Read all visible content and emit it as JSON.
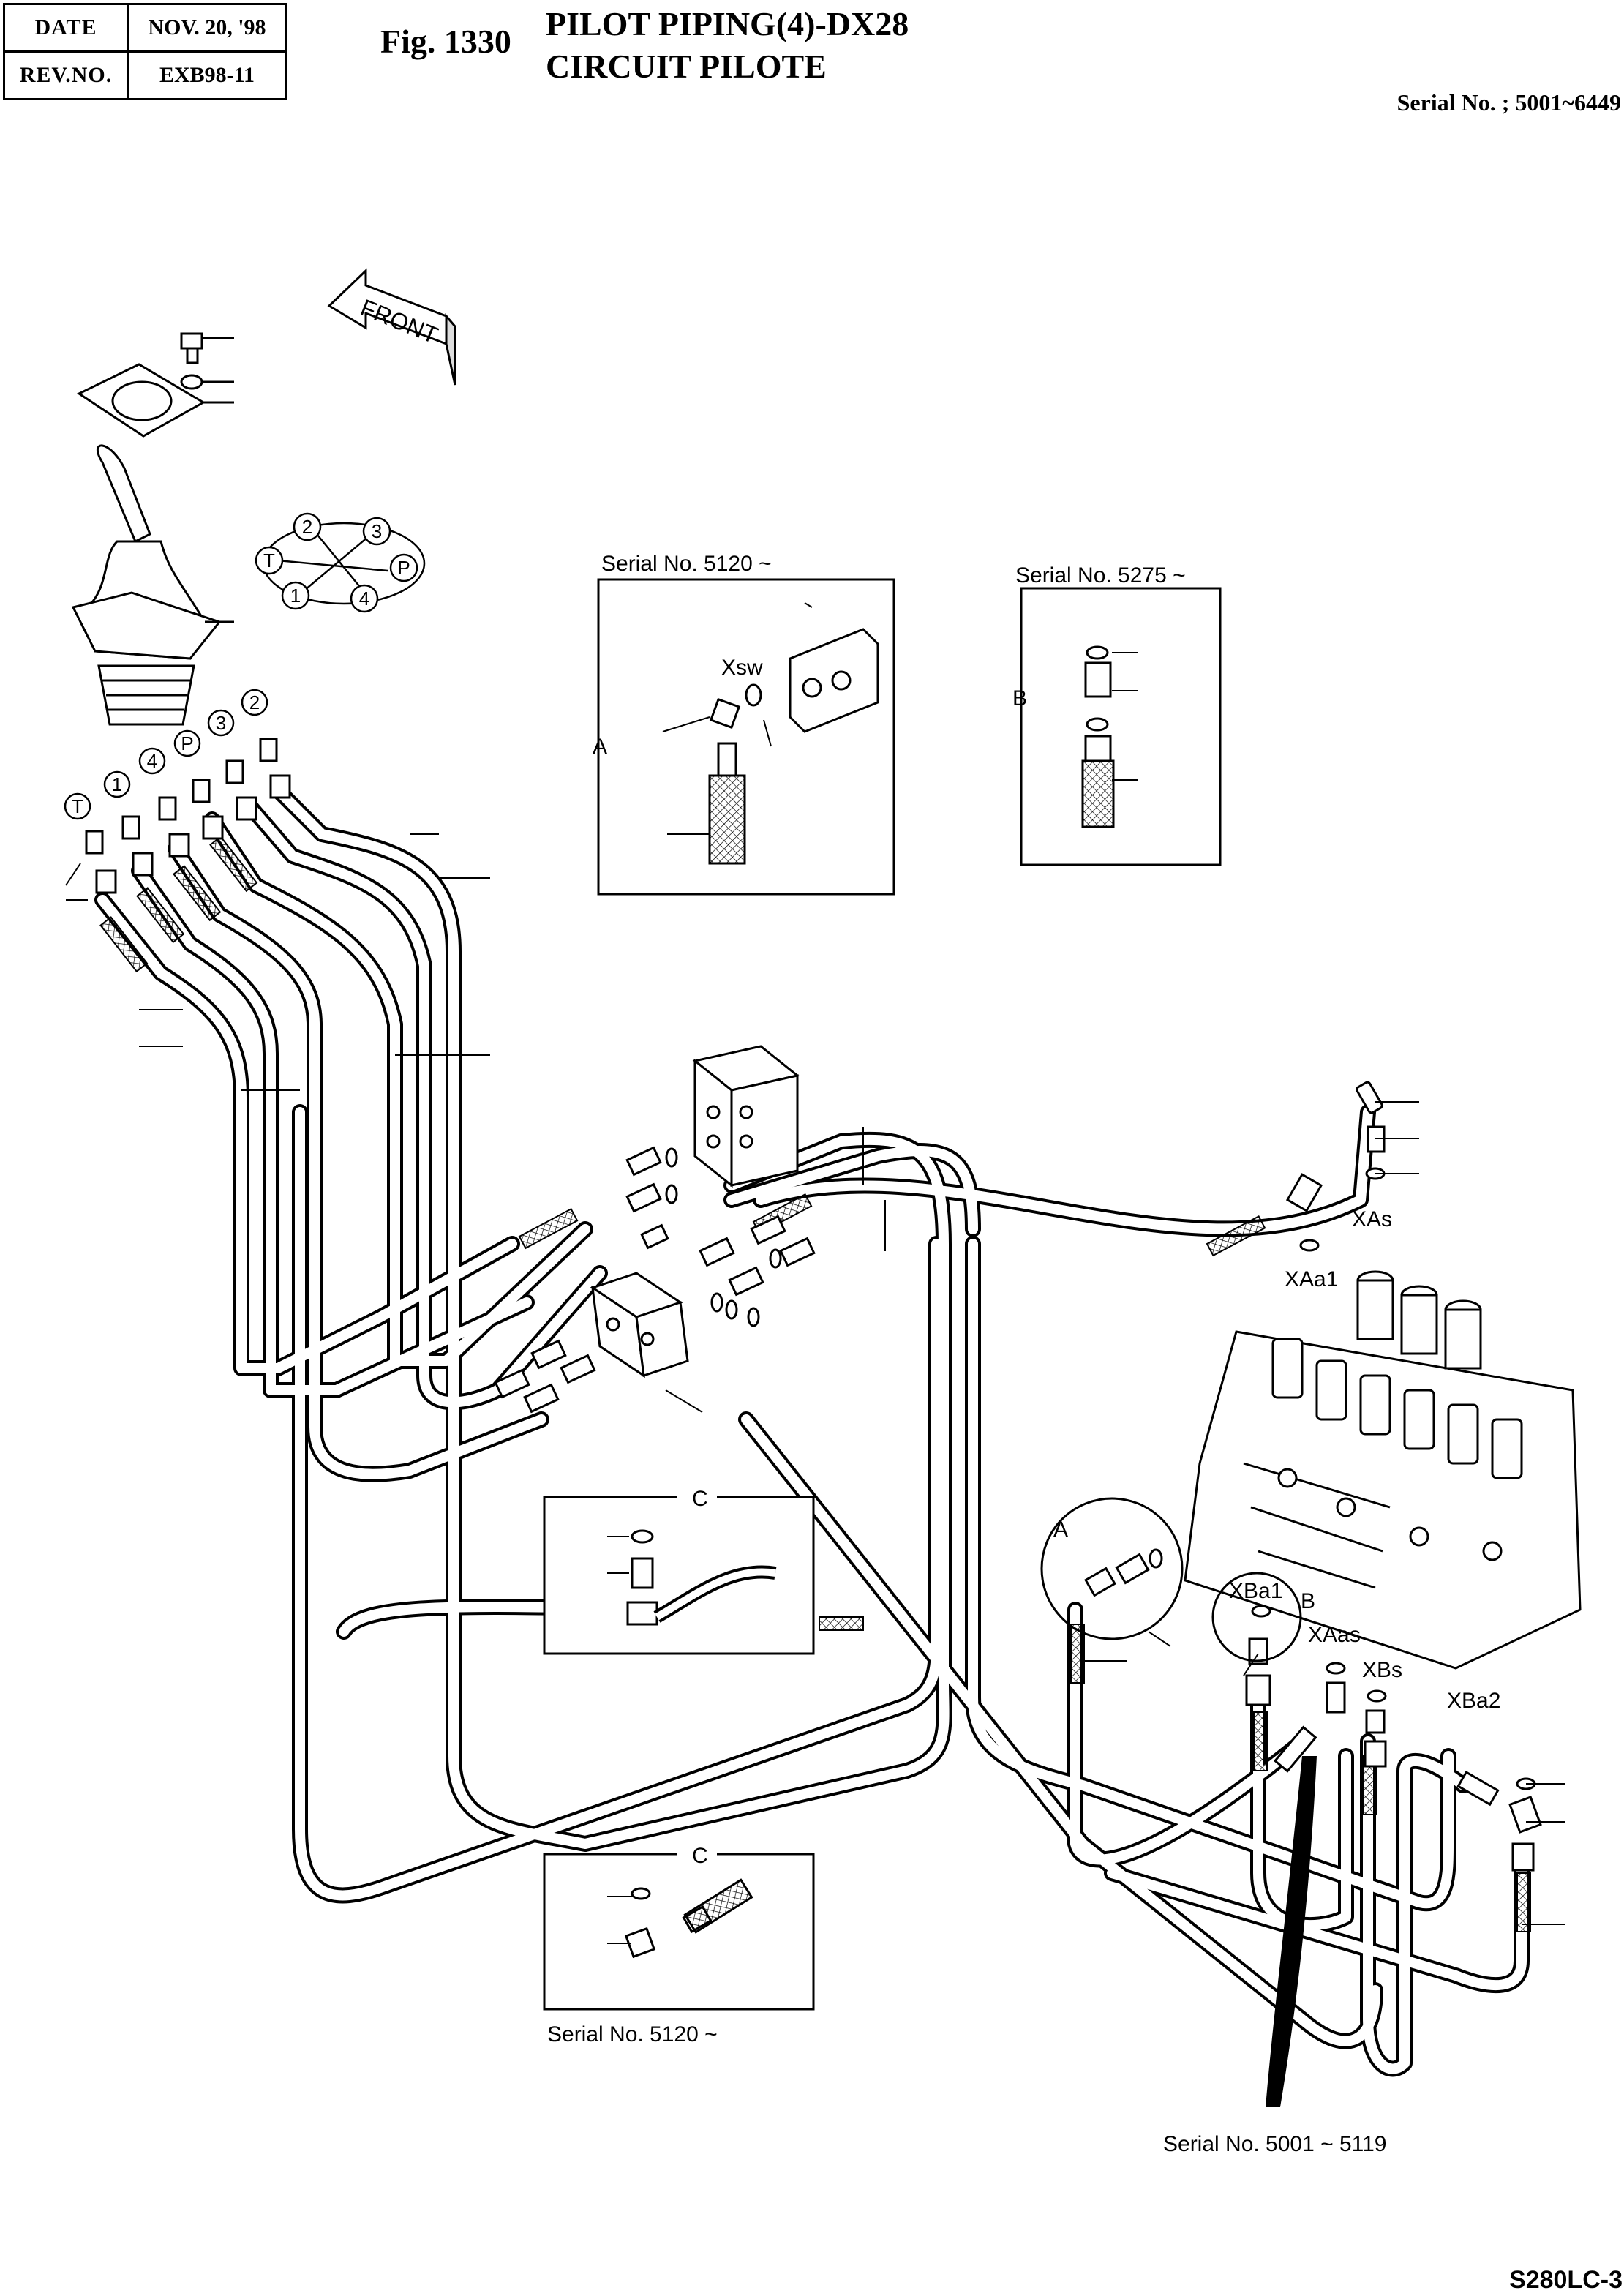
{
  "header": {
    "date_label": "DATE",
    "date_value": "NOV. 20, '98",
    "rev_label": "REV.NO.",
    "rev_value": "EXB98-11",
    "fig_label": "Fig. 1330",
    "title_en": "PILOT PIPING(4)-DX28",
    "title_fr": "CIRCUIT PILOTE",
    "serial_range": "Serial No. ; 5001~6449"
  },
  "model": "S280LC-3",
  "diagram": {
    "front_label": "FRONT",
    "port_pattern": [
      "2",
      "3",
      "T",
      "P",
      "1",
      "4"
    ],
    "joystick_ports": [
      "T",
      "1",
      "4",
      "P",
      "3",
      "2"
    ],
    "inset_a": {
      "serial": "Serial No. 5120 ~",
      "letter": "A",
      "port": "Xsw"
    },
    "inset_b": {
      "serial": "Serial No. 5275 ~",
      "letter": "B"
    },
    "inset_c_top": {
      "letter": "C"
    },
    "inset_c_bottom": {
      "letter": "C",
      "serial": "Serial No. 5120 ~"
    },
    "valve_ports": [
      "XAs",
      "XAa1",
      "XBa1",
      "XAas",
      "XBs",
      "XBa2"
    ],
    "callout_a": "A",
    "callout_b": "B",
    "serial_bottom": "Serial No. 5001 ~ 5119"
  }
}
